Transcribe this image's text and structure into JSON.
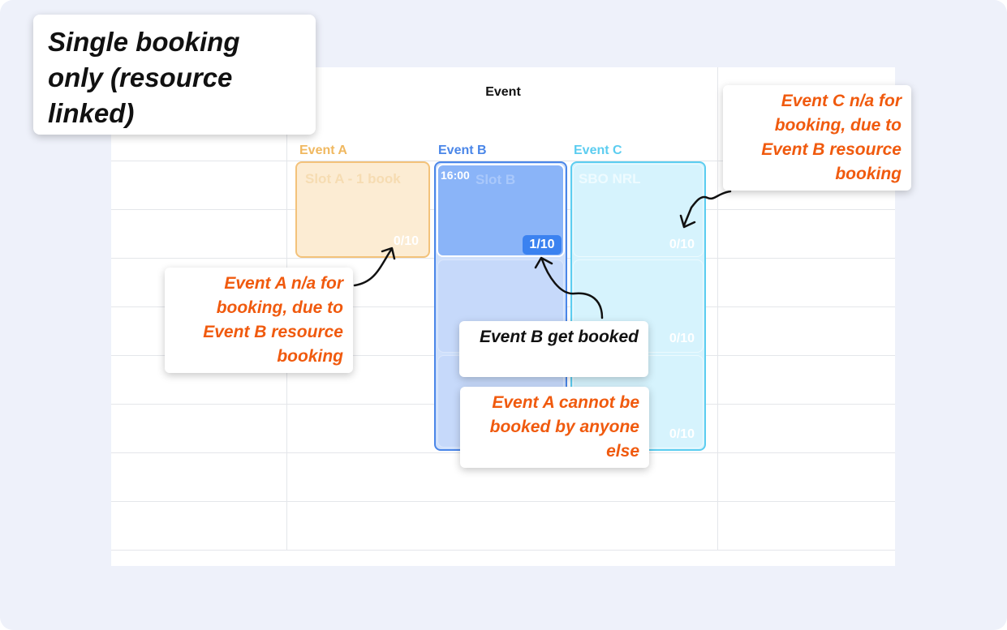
{
  "title": "Single booking only (resource linked)",
  "calendar": {
    "header": "Event",
    "columns": [
      {
        "label": "Event A",
        "color": "#f0b860"
      },
      {
        "label": "Event B",
        "color": "#4a86e8"
      },
      {
        "label": "Event C",
        "color": "#5ccdf0"
      }
    ],
    "event_a_slot": {
      "name": "Slot A - 1 book",
      "count": "0/10"
    },
    "event_b_slot": {
      "time": "16:00",
      "name": "Slot B",
      "count": "1/10"
    },
    "event_c_slots": [
      {
        "name": "SBO NRL",
        "count": "0/10"
      },
      {
        "name": "",
        "count": "0/10"
      },
      {
        "name": "",
        "count": "0/10"
      }
    ]
  },
  "callouts": {
    "event_c": "Event C n/a for booking,  due to Event B resource booking",
    "event_a": "Event A n/a for booking, due to Event B resource booking",
    "event_b_booked": "Event B get booked",
    "event_a_cannot": "Event A cannot be booked by anyone else"
  },
  "colors": {
    "accent_orange": "#f05a0e",
    "event_a": "#f0b860",
    "event_b": "#4a86e8",
    "event_c": "#5ccdf0",
    "background": "#eef1fa"
  }
}
